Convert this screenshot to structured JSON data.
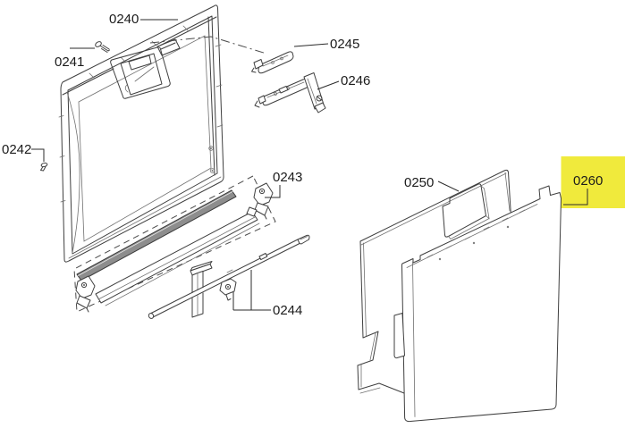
{
  "colors": {
    "background": "#ffffff",
    "line": "#3f3f3f",
    "text": "#1b1b1b",
    "highlight": "#f0ea3c"
  },
  "parts": [
    {
      "number": "0240",
      "highlighted": false
    },
    {
      "number": "0241",
      "highlighted": false
    },
    {
      "number": "0242",
      "highlighted": false
    },
    {
      "number": "0243",
      "highlighted": false
    },
    {
      "number": "0244",
      "highlighted": false
    },
    {
      "number": "0245",
      "highlighted": false
    },
    {
      "number": "0246",
      "highlighted": false
    },
    {
      "number": "0250",
      "highlighted": false
    },
    {
      "number": "0260",
      "highlighted": true
    }
  ]
}
